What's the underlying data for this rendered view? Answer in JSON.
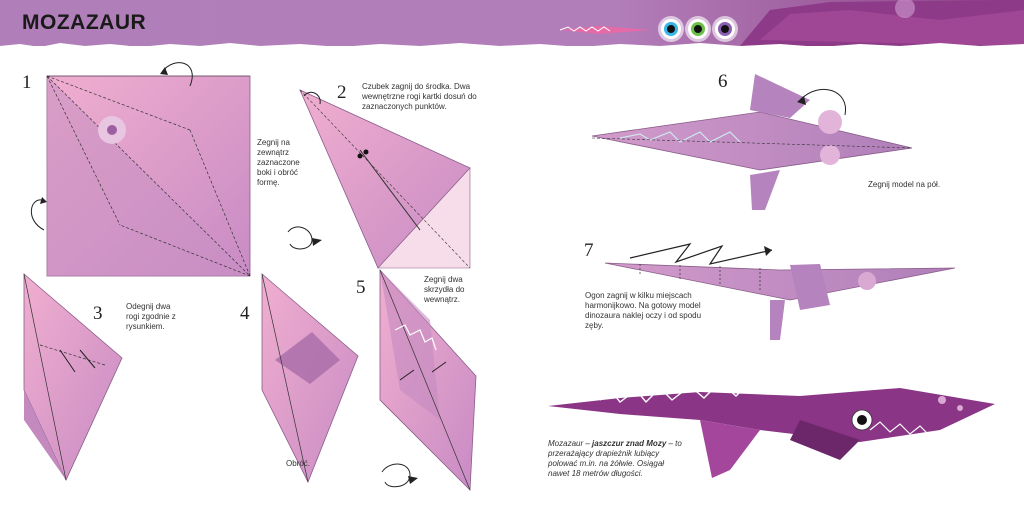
{
  "header": {
    "title": "MOZAZAUR"
  },
  "steps": [
    {
      "number": "1",
      "text": "Zegnij na zewnątrz zaznaczone boki i obróć formę."
    },
    {
      "number": "2",
      "text": "Czubek zagnij do środka. Dwa wewnętrzne rogi kartki dosuń do zaznaczonych punktów."
    },
    {
      "number": "3",
      "text": "Odegnij dwa rogi zgodnie z rysunkiem."
    },
    {
      "number": "4",
      "text": "Obróć."
    },
    {
      "number": "5",
      "text": "Zegnij dwa skrzydła do wewnątrz."
    },
    {
      "number": "6",
      "text": "Zegnij model na pół."
    },
    {
      "number": "7",
      "text": "Ogon zagnij w kilku miejscach harmonijkowo. Na gotowy model dinozaura naklej oczy i od spodu zęby."
    }
  ],
  "caption": {
    "name": "Mozazaur",
    "dash": " – ",
    "subtitle": "jaszczur znad Mozy",
    "body": " – to przerażający drapieżnik lubiący polować m.in. na żółwie. Osiągał nawet 18 metrów długości."
  },
  "colors": {
    "header": "#b07fb9",
    "paper_pink": "#e9a3c9",
    "paper_purple": "#b582be",
    "dino_dark": "#7a2e79"
  }
}
